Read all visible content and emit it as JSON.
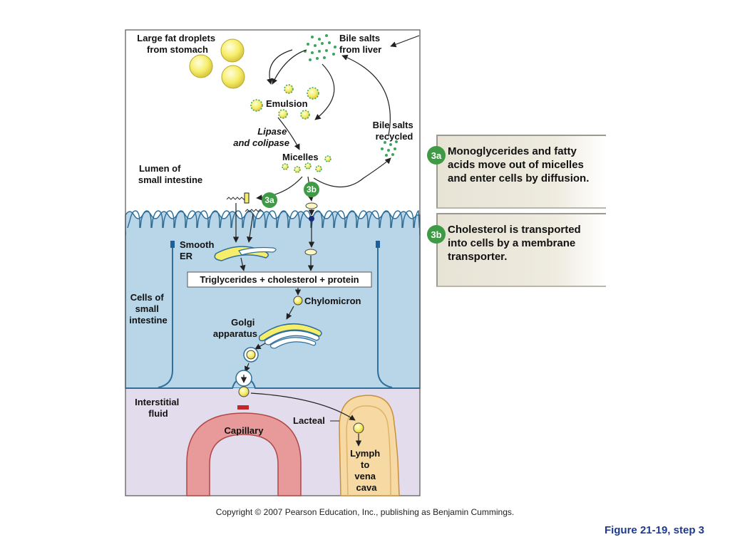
{
  "labels": {
    "fat_droplets": [
      "Large fat droplets",
      "from stomach"
    ],
    "bile_from_liver": [
      "Bile salts",
      "from liver"
    ],
    "emulsion": "Emulsion",
    "lipase": [
      "Lipase",
      "and colipase"
    ],
    "bile_recycled": [
      "Bile salts",
      "recycled"
    ],
    "micelles": "Micelles",
    "lumen": [
      "Lumen of",
      "small intestine"
    ],
    "step_3a": "3a",
    "step_3b": "3b",
    "smooth_er": [
      "Smooth",
      "ER"
    ],
    "tg_box": "Triglycerides + cholesterol + protein",
    "chylomicron": "Chylomicron",
    "cells": [
      "Cells of",
      "small",
      "intestine"
    ],
    "golgi": [
      "Golgi",
      "apparatus"
    ],
    "interstitial": [
      "Interstitial",
      "fluid"
    ],
    "lacteal": "Lacteal",
    "capillary": "Capillary",
    "lymph": [
      "Lymph",
      "to",
      "vena",
      "cava"
    ]
  },
  "callouts": [
    {
      "badge": "3a",
      "text": "Monoglycerides and fatty acids move out of micelles and enter cells by diffusion."
    },
    {
      "badge": "3b",
      "text": "Cholesterol is transported into cells by a membrane transporter."
    }
  ],
  "copyright": "Copyright © 2007 Pearson Education, Inc., publishing as Benjamin Cummings.",
  "figure_caption": "Figure 21-19, step 3",
  "colors": {
    "lumen_bg": "#ffffff",
    "cell_bg": "#b9d6e8",
    "interstitial_bg": "#e2dcec",
    "badge_green": "#3f9a45",
    "droplet_yellow": "#f6ee6a",
    "bile_green": "#3aa65a",
    "capillary_red": "#e89a9a",
    "lacteal_tan": "#f7d9a4",
    "caption_blue": "#1f3a8a"
  }
}
